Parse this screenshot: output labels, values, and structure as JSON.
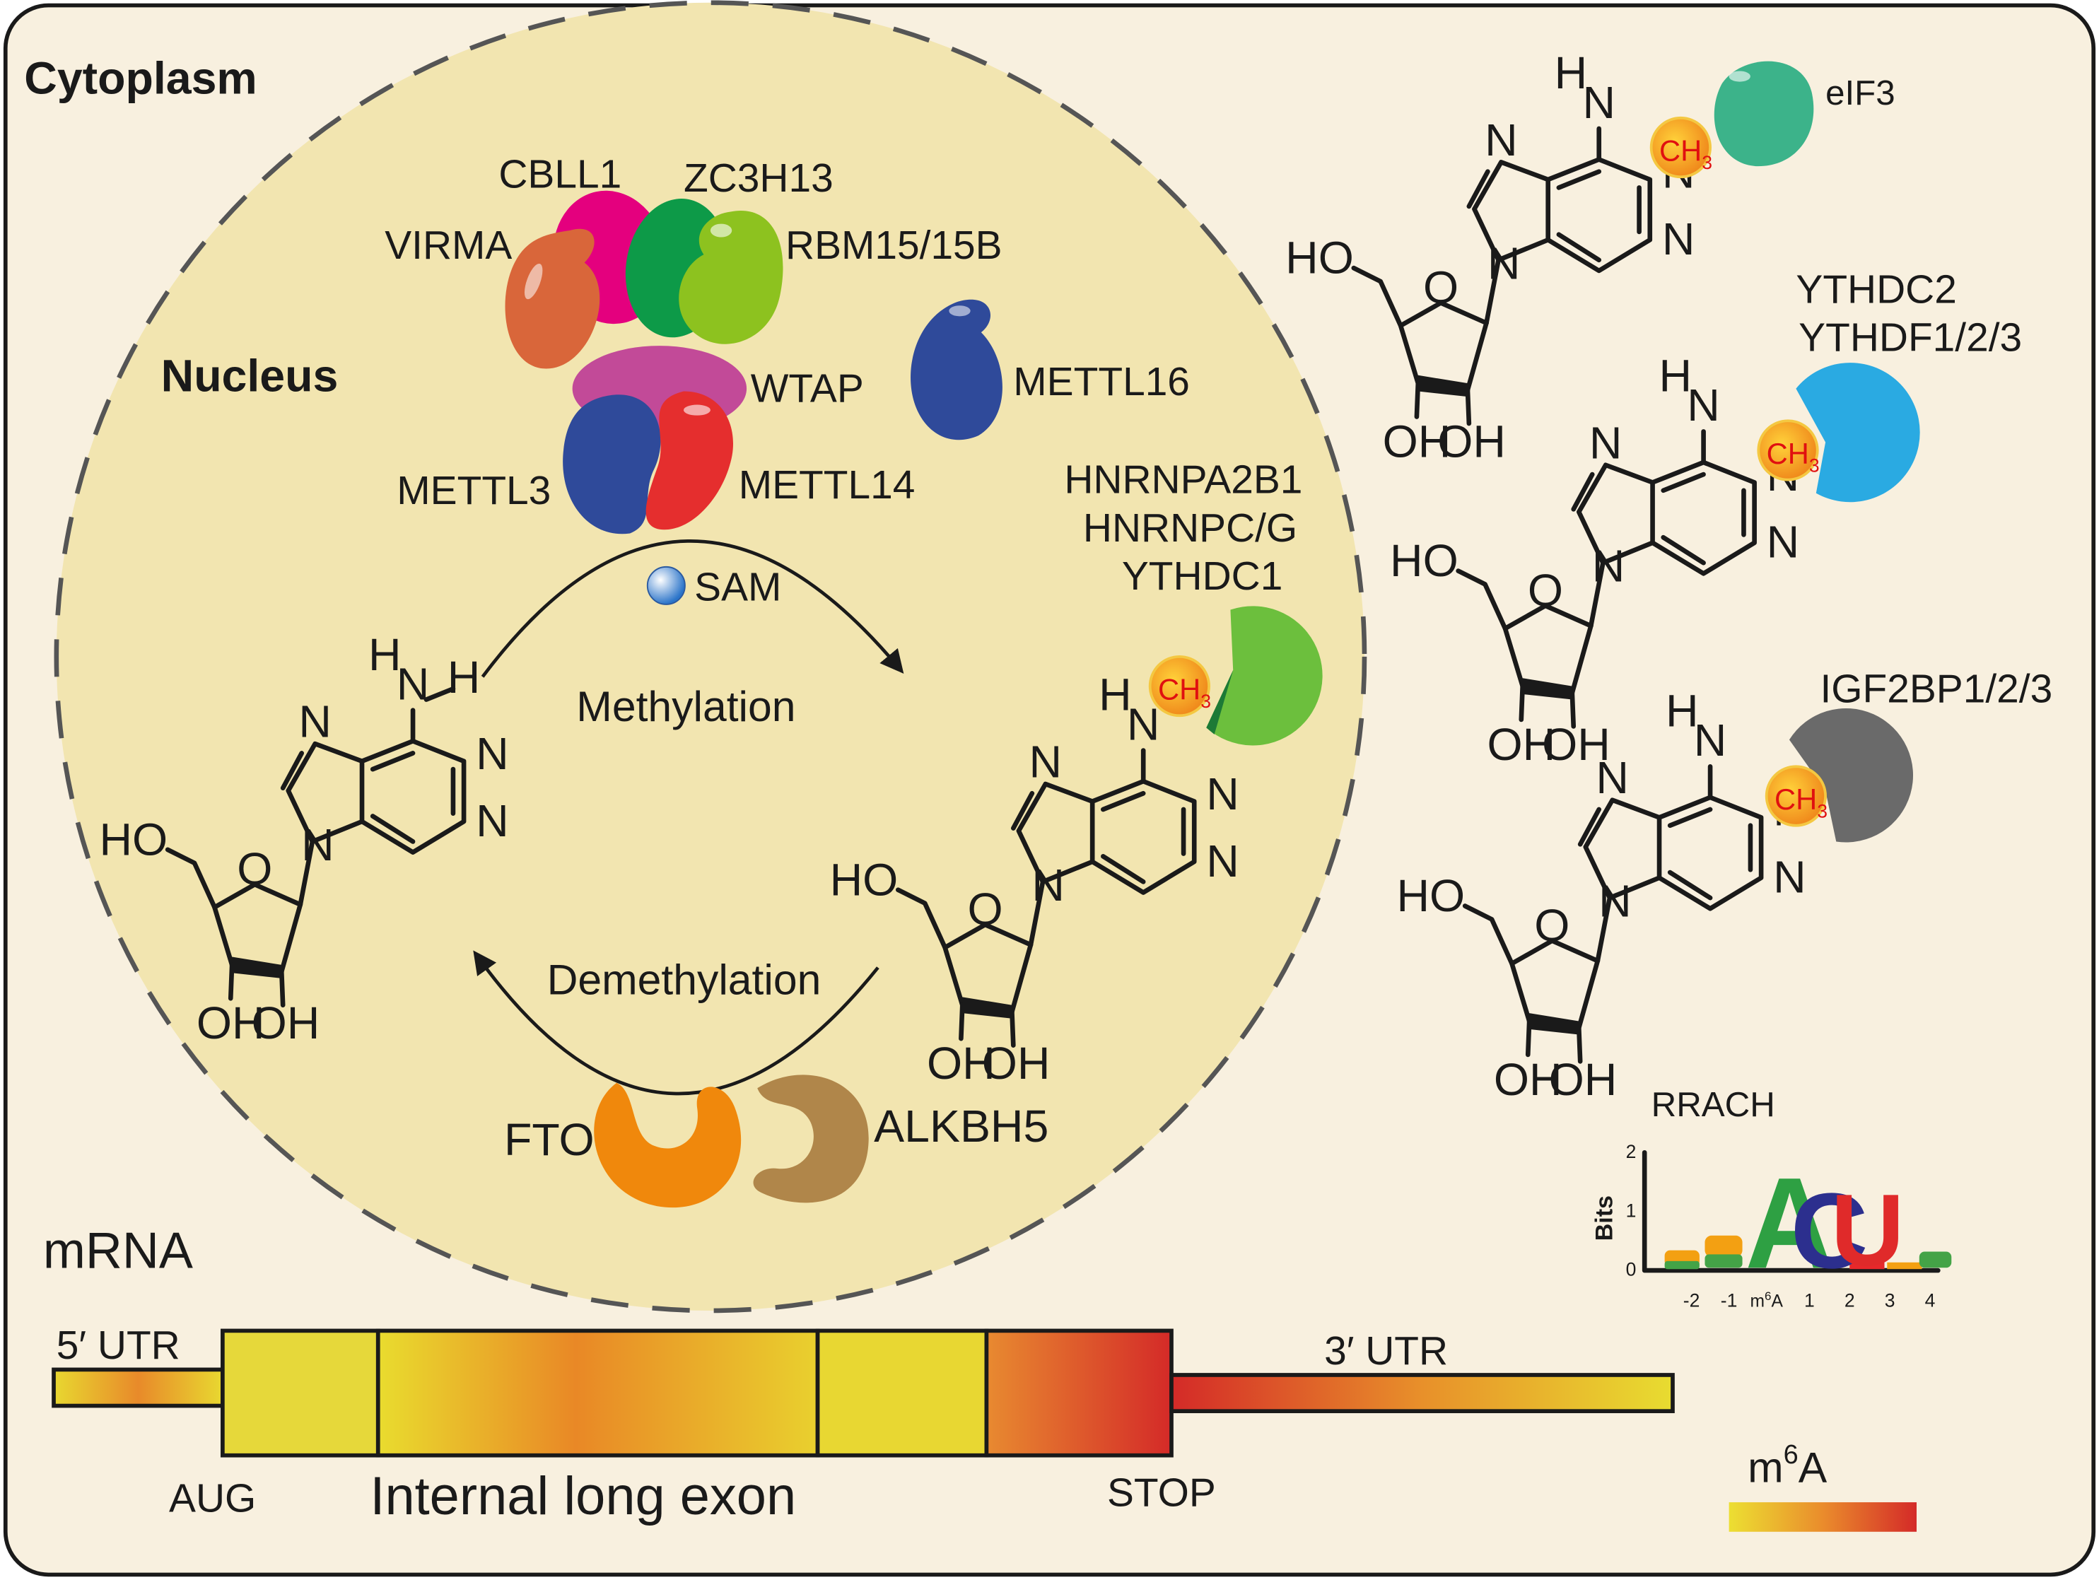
{
  "regions": {
    "cytoplasm": "Cytoplasm",
    "nucleus": "Nucleus",
    "mrna": "mRNA"
  },
  "writers": {
    "cbll1": "CBLL1",
    "zc3h13": "ZC3H13",
    "virma": "VIRMA",
    "rbm15": "RBM15/15B",
    "wtap": "WTAP",
    "mettl3": "METTL3",
    "mettl14": "METTL14",
    "mettl16": "METTL16"
  },
  "cycle": {
    "sam": "SAM",
    "methylation": "Methylation",
    "demethylation": "Demethylation"
  },
  "erasers": {
    "fto": "FTO",
    "alkbh5": "ALKBH5"
  },
  "nuclear_readers": [
    "HNRNPA2B1",
    "HNRNPC/G",
    "YTHDC1"
  ],
  "cytoplasmic_readers": {
    "eif3": "eIF3",
    "ythdc2": "YTHDC2",
    "ythdf": "YTHDF1/2/3",
    "igf2bp": "IGF2BP1/2/3"
  },
  "chem": {
    "H": "H",
    "N": "N",
    "O": "O",
    "HO": "HO",
    "OH": "OH",
    "CH": "CH",
    "sub3": "3"
  },
  "motif": {
    "title": "RRACH",
    "ylabel": "Bits",
    "yticks": [
      "0",
      "1",
      "2"
    ],
    "xticks": [
      "-2",
      "-1",
      "m",
      "6",
      "A",
      "1",
      "2",
      "3",
      "4"
    ],
    "letters": [
      "A",
      "C",
      "U"
    ]
  },
  "transcript": {
    "utr5": "5′ UTR",
    "utr3": "3′ UTR",
    "aug": "AUG",
    "exon": "Internal long exon",
    "stop": "STOP"
  },
  "legend": {
    "m": "m",
    "sup": "6",
    "a": "A"
  },
  "colors": {
    "background": "#f8f0df",
    "nucleus": "#f2e5b0",
    "ch3_fill": "#f5a623",
    "ch3_text": "#e01010",
    "gradient_low": "#e8dc30",
    "gradient_high": "#d42a28"
  }
}
